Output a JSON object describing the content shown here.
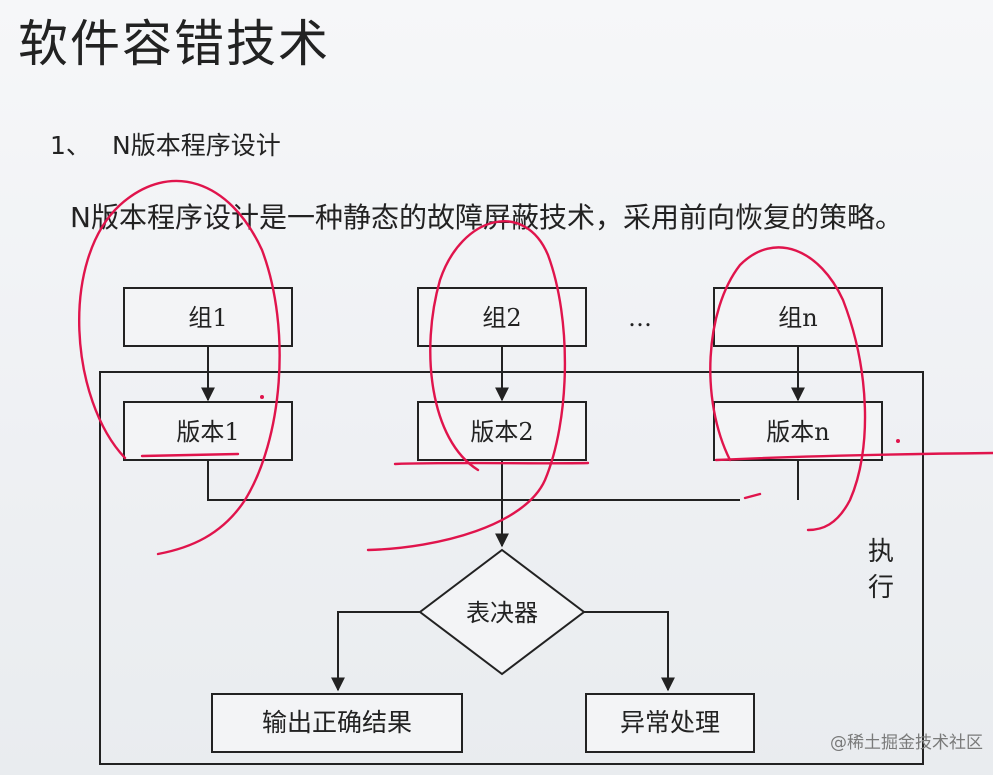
{
  "slide": {
    "title": "软件容错技术",
    "section_number": "1、",
    "section_title": "N版本程序设计",
    "description": "N版本程序设计是一种静态的故障屏蔽技术，采用前向恢复的策略。"
  },
  "diagram": {
    "groups": [
      "组1",
      "组2",
      "组n"
    ],
    "ellipsis": "…",
    "versions": [
      "版本1",
      "版本2",
      "版本n"
    ],
    "decision": "表决器",
    "outputs": [
      "输出正确结果",
      "异常处理"
    ],
    "execution_label_line1": "执",
    "execution_label_line2": "行"
  },
  "watermark": "@稀土掘金技术社区",
  "colors": {
    "line": "#222222",
    "annotation": "#e0144c"
  }
}
